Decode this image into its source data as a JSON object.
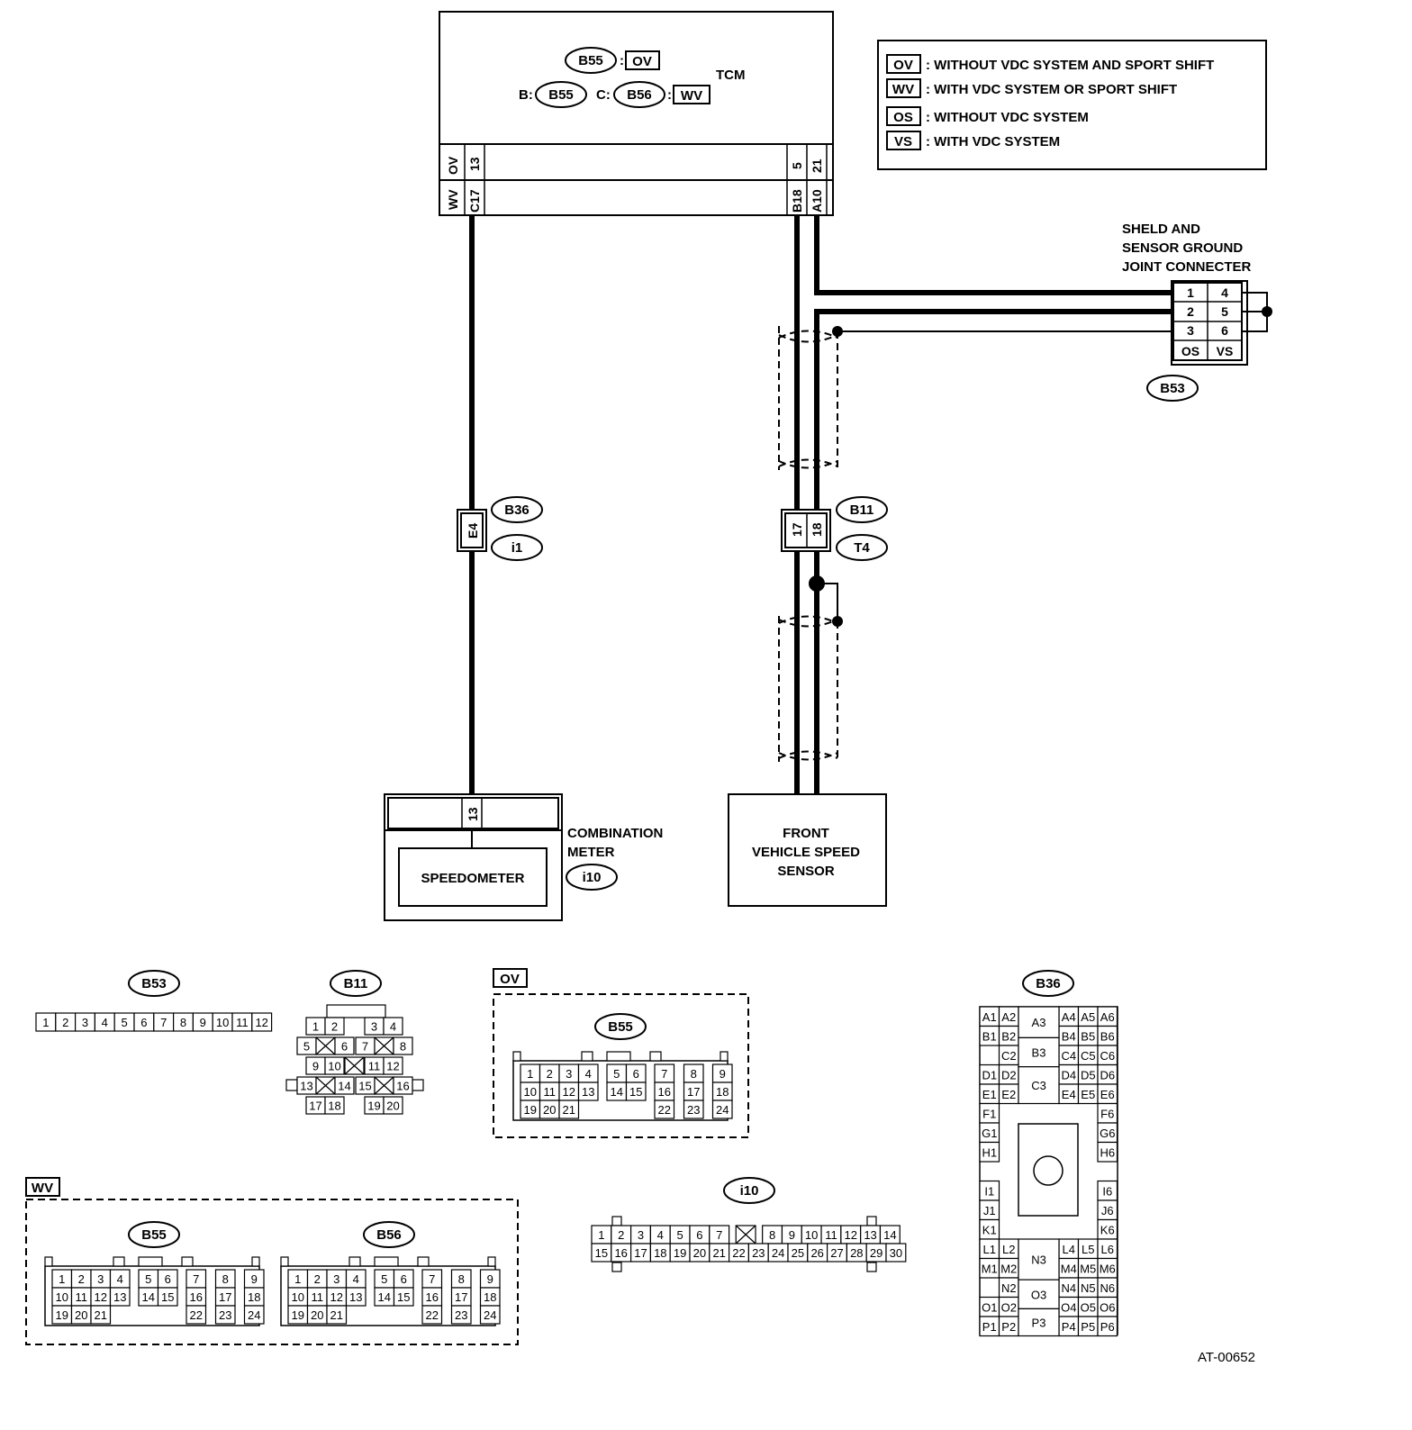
{
  "tcm": {
    "name": "TCM",
    "conn_main": "B55",
    "tag_ov": "OV",
    "b_prefix": "B:",
    "b_conn": "B55",
    "c_prefix": "C:",
    "c_conn": "B56",
    "tag_wv": "WV",
    "row1_left_tag": "OV",
    "row1_left_pin": "13",
    "row1_right_pin_a": "5",
    "row1_right_pin_b": "21",
    "row2_left_tag": "WV",
    "row2_left_pin": "C17",
    "row2_right_pin_a": "B18",
    "row2_right_pin_b": "A10"
  },
  "legend": [
    {
      "tag": "OV",
      "text": ": WITHOUT VDC SYSTEM AND SPORT SHIFT"
    },
    {
      "tag": "WV",
      "text": ": WITH VDC SYSTEM OR SPORT SHIFT"
    },
    {
      "tag": "OS",
      "text": ": WITHOUT VDC SYSTEM"
    },
    {
      "tag": "VS",
      "text": ": WITH VDC SYSTEM"
    }
  ],
  "joint": {
    "title_l1": "SHELD AND",
    "title_l2": "SENSOR GROUND",
    "title_l3": "JOINT CONNECTER",
    "pins": [
      "1",
      "4",
      "2",
      "5",
      "3",
      "6",
      "OS",
      "VS"
    ],
    "conn": "B53"
  },
  "b36_link": {
    "pin": "E4",
    "conn_top": "B36",
    "conn_bottom": "i1"
  },
  "b11_link": {
    "pin_a": "17",
    "pin_b": "18",
    "conn_top": "B11",
    "conn_bottom": "T4"
  },
  "meter": {
    "pin": "13",
    "label": "SPEEDOMETER",
    "title_l1": "COMBINATION",
    "title_l2": "METER",
    "conn": "i10"
  },
  "sensor": {
    "l1": "FRONT",
    "l2": "VEHICLE SPEED",
    "l3": "SENSOR"
  },
  "connectors": {
    "b53": {
      "label": "B53",
      "pins": [
        "1",
        "2",
        "3",
        "4",
        "5",
        "6",
        "7",
        "8",
        "9",
        "10",
        "11",
        "12"
      ]
    },
    "b11": {
      "label": "B11",
      "row1": [
        "1",
        "2",
        "3",
        "4"
      ],
      "row2": [
        "5",
        "6",
        "7",
        "8"
      ],
      "row3": [
        "9",
        "10",
        "11",
        "12"
      ],
      "row4": [
        "13",
        "14",
        "15",
        "16"
      ],
      "row5": [
        "17",
        "18",
        "19",
        "20"
      ]
    },
    "ov_group": {
      "tag": "OV",
      "label": "B55"
    },
    "wv_group": {
      "tag": "WV",
      "label_a": "B55",
      "label_b": "B56"
    },
    "pin24": {
      "row1": [
        "1",
        "2",
        "3",
        "4",
        "5",
        "6",
        "7",
        "8",
        "9"
      ],
      "row2": [
        "10",
        "11",
        "12",
        "13",
        "14",
        "15",
        "16",
        "17",
        "18"
      ],
      "row3": [
        "19",
        "20",
        "21",
        "22",
        "23",
        "24"
      ]
    },
    "i10": {
      "label": "i10",
      "row1": [
        "1",
        "2",
        "3",
        "4",
        "5",
        "6",
        "7",
        "8",
        "9",
        "10",
        "11",
        "12",
        "13",
        "14"
      ],
      "row2": [
        "15",
        "16",
        "17",
        "18",
        "19",
        "20",
        "21",
        "22",
        "23",
        "24",
        "25",
        "26",
        "27",
        "28",
        "29",
        "30"
      ]
    },
    "b36": {
      "label": "B36",
      "left": [
        "A1",
        "A2",
        "B1",
        "B2",
        "C2",
        "D1",
        "D2",
        "E1",
        "E2",
        "F1",
        "G1",
        "H1",
        "I1",
        "J1",
        "K1",
        "L1",
        "L2",
        "M1",
        "M2",
        "N2",
        "O1",
        "O2",
        "P1",
        "P2"
      ],
      "center": [
        "A3",
        "B3",
        "C3",
        "N3",
        "O3",
        "P3"
      ],
      "right": [
        "A4",
        "A5",
        "A6",
        "B4",
        "B5",
        "B6",
        "C4",
        "C5",
        "C6",
        "D4",
        "D5",
        "D6",
        "E4",
        "E5",
        "E6",
        "F6",
        "G6",
        "H6",
        "I6",
        "J6",
        "K6",
        "L4",
        "L5",
        "L6",
        "M4",
        "M5",
        "M6",
        "N4",
        "N5",
        "N6",
        "O4",
        "O5",
        "O6",
        "P4",
        "P5",
        "P6"
      ]
    }
  },
  "doc_id": "AT-00652"
}
